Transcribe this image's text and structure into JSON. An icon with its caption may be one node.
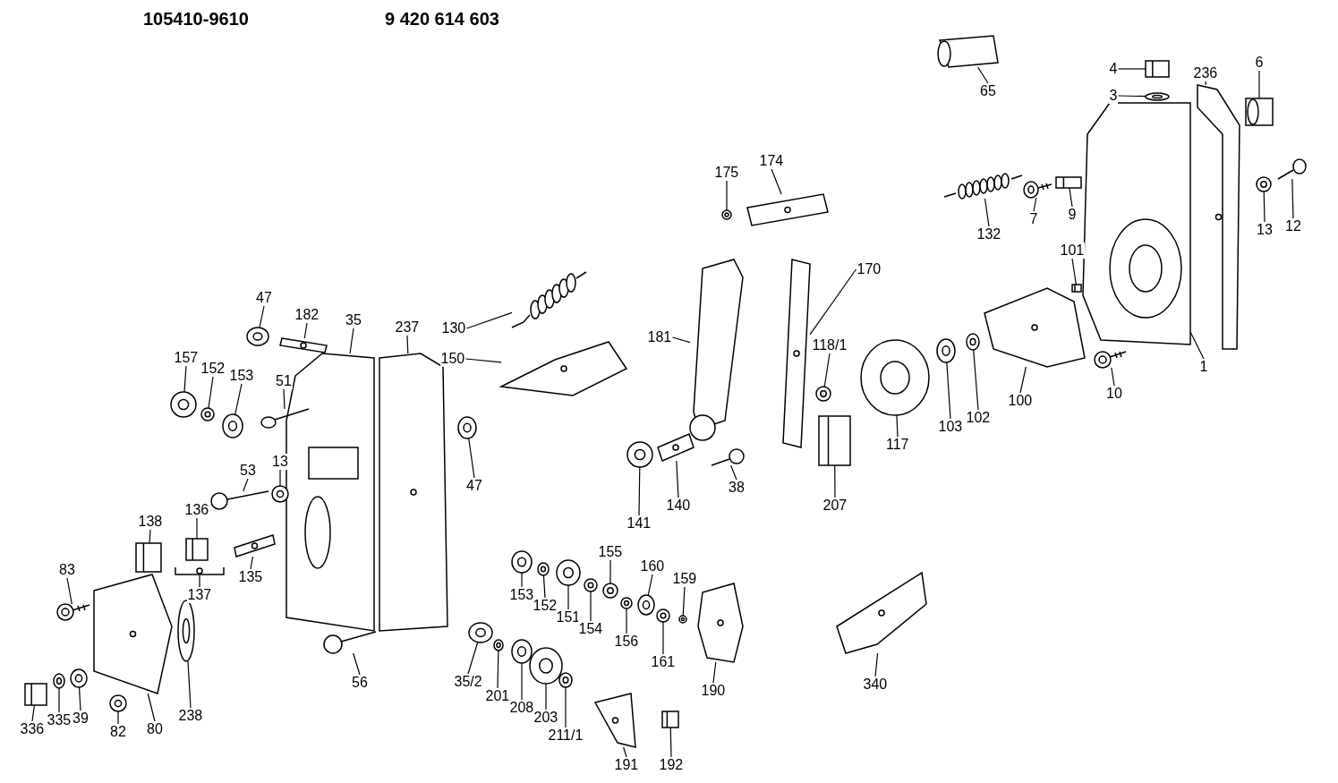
{
  "diagram": {
    "nodes": [
      {
        "text": [
          "65"
        ]
      },
      {
        "text": [
          "4"
        ]
      },
      {
        "text": [
          "6"
        ]
      },
      {
        "text": [
          "236"
        ]
      },
      {
        "text": [
          "3"
        ]
      },
      {
        "text": [
          "175"
        ]
      },
      {
        "text": [
          "174"
        ]
      },
      {
        "text": [
          "9"
        ]
      },
      {
        "text": [
          "7"
        ]
      },
      {
        "text": [
          "12"
        ]
      },
      {
        "text": [
          "13"
        ]
      },
      {
        "text": [
          "132"
        ]
      },
      {
        "text": [
          "101"
        ]
      },
      {
        "text": [
          "170"
        ]
      },
      {
        "text": [
          "47"
        ]
      },
      {
        "text": [
          "182"
        ]
      },
      {
        "text": [
          "35"
        ]
      },
      {
        "text": [
          "237"
        ]
      },
      {
        "text": [
          "130"
        ]
      },
      {
        "text": [
          "181"
        ]
      },
      {
        "text": [
          "118/1"
        ]
      },
      {
        "text": [
          "1"
        ]
      },
      {
        "text": [
          "157"
        ]
      },
      {
        "text": [
          "150"
        ]
      },
      {
        "text": [
          "10"
        ]
      },
      {
        "text": [
          "152"
        ]
      },
      {
        "text": [
          "153"
        ]
      },
      {
        "text": [
          "51"
        ]
      },
      {
        "text": [
          "100"
        ]
      },
      {
        "text": [
          "102"
        ]
      },
      {
        "text": [
          "103"
        ]
      },
      {
        "text": [
          "117"
        ]
      },
      {
        "text": [
          "13"
        ]
      },
      {
        "text": [
          "53"
        ]
      },
      {
        "text": [
          "38"
        ]
      },
      {
        "text": [
          "47"
        ]
      },
      {
        "text": [
          "207"
        ]
      },
      {
        "text": [
          "140"
        ]
      },
      {
        "text": [
          "136"
        ]
      },
      {
        "text": [
          "138"
        ]
      },
      {
        "text": [
          "141"
        ]
      },
      {
        "text": [
          "155"
        ]
      },
      {
        "text": [
          "160"
        ]
      },
      {
        "text": [
          "83"
        ]
      },
      {
        "text": [
          "135"
        ]
      },
      {
        "text": [
          "159"
        ]
      },
      {
        "text": [
          "137"
        ]
      },
      {
        "text": [
          "153"
        ]
      },
      {
        "text": [
          "152"
        ]
      },
      {
        "text": [
          "151"
        ]
      },
      {
        "text": [
          "154"
        ]
      },
      {
        "text": [
          "156"
        ]
      },
      {
        "text": [
          "161"
        ]
      },
      {
        "text": [
          "35/2"
        ]
      },
      {
        "text": [
          "56"
        ]
      },
      {
        "text": [
          "340"
        ]
      },
      {
        "text": [
          "190"
        ]
      },
      {
        "text": [
          "201"
        ]
      },
      {
        "text": [
          "208"
        ]
      },
      {
        "text": [
          "238"
        ]
      },
      {
        "text": [
          "203"
        ]
      },
      {
        "text": [
          "39"
        ]
      },
      {
        "text": [
          "335"
        ]
      },
      {
        "text": [
          "82"
        ]
      },
      {
        "text": [
          "80"
        ]
      },
      {
        "text": [
          "336"
        ]
      },
      {
        "text": [
          "211/1"
        ]
      },
      {
        "text": [
          "191"
        ]
      },
      {
        "text": [
          "192"
        ]
      },
      {
        "text": [],
        "shape": "picture"
      },
      {
        "text": [],
        "shape": "picture"
      },
      {
        "text": [],
        "shape": "picture"
      },
      {
        "text": [],
        "shape": "picture"
      },
      {
        "text": [],
        "shape": "picture"
      },
      {
        "text": [],
        "shape": "picture"
      },
      {
        "text": [],
        "shape": "picture"
      },
      {
        "text": [],
        "shape": "picture"
      },
      {
        "text": [],
        "shape": "picture"
      },
      {
        "text": [],
        "shape": "picture"
      },
      {
        "text": [],
        "shape": "picture"
      },
      {
        "text": [],
        "shape": "picture"
      },
      {
        "text": [],
        "shape": "picture"
      },
      {
        "text": [],
        "shape": "picture"
      },
      {
        "text": [],
        "shape": "picture"
      },
      {
        "text": [],
        "shape": "picture"
      },
      {
        "text": [],
        "shape": "picture"
      },
      {
        "text": [],
        "shape": "picture"
      },
      {
        "text": [],
        "shape": "picture"
      },
      {
        "text": [],
        "shape": "picture"
      },
      {
        "text": [],
        "shape": "picture"
      },
      {
        "text": [],
        "shape": "picture"
      },
      {
        "text": [],
        "shape": "picture"
      },
      {
        "text": [],
        "shape": "picture"
      },
      {
        "text": [],
        "shape": "picture"
      },
      {
        "text": [],
        "shape": "picture"
      },
      {
        "text": [],
        "shape": "picture"
      },
      {
        "text": [],
        "shape": "picture"
      },
      {
        "text": [],
        "shape": "picture"
      },
      {
        "text": [],
        "shape": "picture"
      },
      {
        "text": [],
        "shape": "picture"
      },
      {
        "text": [],
        "shape": "picture"
      },
      {
        "text": [],
        "shape": "picture"
      },
      {
        "text": [],
        "shape": "picture"
      },
      {
        "text": [],
        "shape": "picture"
      },
      {
        "text": [],
        "shape": "picture"
      },
      {
        "text": [],
        "shape": "picture"
      },
      {
        "text": [],
        "shape": "picture"
      },
      {
        "text": [],
        "shape": "picture"
      },
      {
        "text": [],
        "shape": "picture"
      },
      {
        "text": [],
        "shape": "picture"
      },
      {
        "text": [],
        "shape": "picture"
      },
      {
        "text": [],
        "shape": "picture"
      },
      {
        "text": [],
        "shape": "picture"
      },
      {
        "text": [],
        "shape": "picture"
      },
      {
        "text": [],
        "shape": "picture"
      },
      {
        "text": [],
        "shape": "picture"
      },
      {
        "text": [],
        "shape": "picture"
      },
      {
        "text": [],
        "shape": "picture"
      },
      {
        "text": [],
        "shape": "picture"
      },
      {
        "text": [],
        "shape": "picture"
      },
      {
        "text": [],
        "shape": "picture"
      },
      {
        "text": [],
        "shape": "picture"
      },
      {
        "text": [],
        "shape": "picture"
      },
      {
        "text": [],
        "shape": "picture"
      },
      {
        "text": [],
        "shape": "picture"
      },
      {
        "text": [],
        "shape": "picture"
      },
      {
        "text": [],
        "shape": "picture"
      },
      {
        "text": [],
        "shape": "picture"
      },
      {
        "text": [],
        "shape": "picture"
      },
      {
        "text": [],
        "shape": "picture"
      },
      {
        "text": [],
        "shape": "picture"
      },
      {
        "text": [],
        "shape": "picture"
      },
      {
        "text": [],
        "shape": "picture"
      },
      {
        "text": [],
        "shape": "picture"
      },
      {
        "text": [],
        "shape": "picture"
      },
      {
        "text": [],
        "shape": "picture"
      },
      {
        "text": [],
        "shape": "picture"
      },
      {
        "text": [],
        "shape": "picture"
      }
    ],
    "edges": [
      {
        "from": 0,
        "to": 69,
        "arrow": "none"
      },
      {
        "from": 1,
        "to": 70,
        "arrow": "none"
      },
      {
        "from": 2,
        "to": 71,
        "arrow": "none"
      },
      {
        "from": 3,
        "to": 72,
        "arrow": "none"
      },
      {
        "from": 4,
        "to": 73,
        "arrow": "none"
      },
      {
        "from": 5,
        "to": 74,
        "arrow": "none"
      },
      {
        "from": 6,
        "to": 75,
        "arrow": "none"
      },
      {
        "from": 7,
        "to": 76,
        "arrow": "none"
      },
      {
        "from": 8,
        "to": 77,
        "arrow": "none"
      },
      {
        "from": 9,
        "to": 78,
        "arrow": "none"
      },
      {
        "from": 10,
        "to": 79,
        "arrow": "none"
      },
      {
        "from": 11,
        "to": 80,
        "arrow": "none"
      },
      {
        "from": 12,
        "to": 81,
        "arrow": "none"
      },
      {
        "from": 13,
        "to": 82,
        "arrow": "none"
      },
      {
        "from": 14,
        "to": 83,
        "arrow": "none"
      },
      {
        "from": 15,
        "to": 84,
        "arrow": "none"
      },
      {
        "from": 16,
        "to": 85,
        "arrow": "none"
      },
      {
        "from": 17,
        "to": 86,
        "arrow": "none"
      },
      {
        "from": 18,
        "to": 87,
        "arrow": "none"
      },
      {
        "from": 19,
        "to": 88,
        "arrow": "none"
      },
      {
        "from": 20,
        "to": 89,
        "arrow": "none"
      },
      {
        "from": 21,
        "to": 90,
        "arrow": "none"
      },
      {
        "from": 22,
        "to": 91,
        "arrow": "none"
      },
      {
        "from": 23,
        "to": 92,
        "arrow": "none"
      },
      {
        "from": 24,
        "to": 93,
        "arrow": "none"
      },
      {
        "from": 25,
        "to": 94,
        "arrow": "none"
      },
      {
        "from": 26,
        "to": 95,
        "arrow": "none"
      },
      {
        "from": 27,
        "to": 96,
        "arrow": "none"
      },
      {
        "from": 28,
        "to": 97,
        "arrow": "none"
      },
      {
        "from": 29,
        "to": 98,
        "arrow": "none"
      },
      {
        "from": 30,
        "to": 99,
        "arrow": "none"
      },
      {
        "from": 31,
        "to": 100,
        "arrow": "none"
      },
      {
        "from": 32,
        "to": 101,
        "arrow": "none"
      },
      {
        "from": 33,
        "to": 102,
        "arrow": "none"
      },
      {
        "from": 34,
        "to": 103,
        "arrow": "none"
      },
      {
        "from": 35,
        "to": 104,
        "arrow": "none"
      },
      {
        "from": 36,
        "to": 105,
        "arrow": "none"
      },
      {
        "from": 37,
        "to": 106,
        "arrow": "none"
      },
      {
        "from": 38,
        "to": 107,
        "arrow": "none"
      },
      {
        "from": 39,
        "to": 108,
        "arrow": "none"
      },
      {
        "from": 40,
        "to": 109,
        "arrow": "none"
      },
      {
        "from": 41,
        "to": 110,
        "arrow": "none"
      },
      {
        "from": 42,
        "to": 111,
        "arrow": "none"
      },
      {
        "from": 43,
        "to": 112,
        "arrow": "none"
      },
      {
        "from": 44,
        "to": 113,
        "arrow": "none"
      },
      {
        "from": 45,
        "to": 114,
        "arrow": "none"
      },
      {
        "from": 46,
        "to": 115,
        "arrow": "none"
      },
      {
        "from": 47,
        "to": 116,
        "arrow": "none"
      },
      {
        "from": 48,
        "to": 117,
        "arrow": "none"
      },
      {
        "from": 49,
        "to": 118,
        "arrow": "none"
      },
      {
        "from": 50,
        "to": 119,
        "arrow": "none"
      },
      {
        "from": 51,
        "to": 120,
        "arrow": "none"
      },
      {
        "from": 52,
        "to": 121,
        "arrow": "none"
      },
      {
        "from": 53,
        "to": 122,
        "arrow": "none"
      },
      {
        "from": 54,
        "to": 123,
        "arrow": "none"
      },
      {
        "from": 55,
        "to": 124,
        "arrow": "none"
      },
      {
        "from": 56,
        "to": 125,
        "arrow": "none"
      },
      {
        "from": 57,
        "to": 126,
        "arrow": "none"
      },
      {
        "from": 58,
        "to": 127,
        "arrow": "none"
      },
      {
        "from": 59,
        "to": 128,
        "arrow": "none"
      },
      {
        "from": 60,
        "to": 129,
        "arrow": "none"
      },
      {
        "from": 61,
        "to": 130,
        "arrow": "none"
      },
      {
        "from": 62,
        "to": 131,
        "arrow": "none"
      },
      {
        "from": 63,
        "to": 132,
        "arrow": "none"
      },
      {
        "from": 64,
        "to": 133,
        "arrow": "none"
      },
      {
        "from": 65,
        "to": 134,
        "arrow": "none"
      },
      {
        "from": 66,
        "to": 135,
        "arrow": "none"
      },
      {
        "from": 67,
        "to": 136,
        "arrow": "none"
      },
      {
        "from": 68,
        "to": 137,
        "arrow": "none"
      }
    ],
    "labels": [
      "105410-9610",
      "9 420 614 603"
    ]
  }
}
